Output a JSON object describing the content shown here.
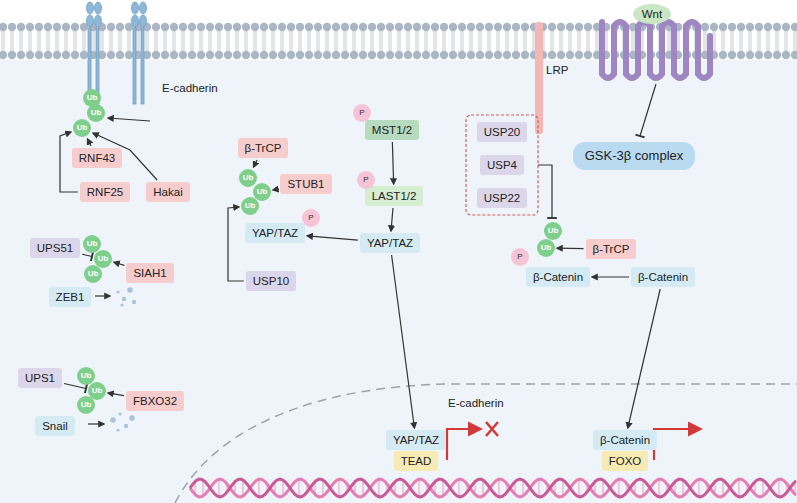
{
  "diagram": {
    "nodes": [
      {
        "text": [
          "Ub"
        ]
      },
      {
        "text": [
          "Ub"
        ]
      },
      {
        "text": [
          "Ub"
        ]
      },
      {
        "text": [
          "RNF43"
        ]
      },
      {
        "text": [
          "RNF25"
        ]
      },
      {
        "text": [
          "Hakai"
        ]
      },
      {
        "text": [
          "UPS51"
        ]
      },
      {
        "text": [
          "Ub"
        ]
      },
      {
        "text": [
          "Ub"
        ]
      },
      {
        "text": [
          "Ub"
        ]
      },
      {
        "text": [
          "SIAH1"
        ]
      },
      {
        "text": [
          "ZEB1"
        ]
      },
      {
        "text": [
          "UPS1"
        ]
      },
      {
        "text": [
          "Ub"
        ]
      },
      {
        "text": [
          "Ub"
        ]
      },
      {
        "text": [
          "Ub"
        ]
      },
      {
        "text": [
          "FBXO32"
        ]
      },
      {
        "text": [
          "Snail"
        ]
      },
      {
        "text": [
          "β-TrCP"
        ]
      },
      {
        "text": [
          "STUB1"
        ]
      },
      {
        "text": [
          "Ub"
        ]
      },
      {
        "text": [
          "Ub"
        ]
      },
      {
        "text": [
          "Ub"
        ]
      },
      {
        "text": [
          "P"
        ]
      },
      {
        "text": [
          "YAP/TAZ"
        ]
      },
      {
        "text": [
          "USP10"
        ]
      },
      {
        "text": [
          "P"
        ]
      },
      {
        "text": [
          "MST1/2"
        ]
      },
      {
        "text": [
          "P"
        ]
      },
      {
        "text": [
          "LAST1/2"
        ]
      },
      {
        "text": [
          "YAP/TAZ"
        ]
      },
      {
        "text": [
          "YAP/TAZ"
        ]
      },
      {
        "text": [
          "TEAD"
        ]
      },
      {
        "text": [
          "Wnt"
        ]
      },
      {
        "text": [
          "GSK-3β complex"
        ]
      },
      {
        "text": [
          "USP20"
        ]
      },
      {
        "text": [
          "USP4"
        ]
      },
      {
        "text": [
          "USP22"
        ]
      },
      {
        "text": [
          "Ub"
        ]
      },
      {
        "text": [
          "Ub"
        ]
      },
      {
        "text": [
          "P"
        ]
      },
      {
        "text": [
          "β-TrCP"
        ]
      },
      {
        "text": [
          "β-Catenin"
        ]
      },
      {
        "text": [
          "β-Catenin"
        ]
      },
      {
        "text": [
          "β-Catenin"
        ]
      },
      {
        "text": [
          "FOXO"
        ]
      }
    ],
    "edges": [
      {
        "from": 3,
        "to": 2,
        "arrow": "to"
      },
      {
        "from": 4,
        "to": 2,
        "arrow": "to"
      },
      {
        "from": 5,
        "to": 2,
        "arrow": "to"
      },
      {
        "from": 6,
        "to": 8,
        "arrow": "to"
      },
      {
        "from": 10,
        "to": 8,
        "arrow": "to"
      },
      {
        "from": 12,
        "to": 14,
        "arrow": "to"
      },
      {
        "from": 16,
        "to": 14,
        "arrow": "to"
      },
      {
        "from": 18,
        "to": 20,
        "arrow": "to"
      },
      {
        "from": 19,
        "to": 21,
        "arrow": "to"
      },
      {
        "from": 25,
        "to": 22,
        "arrow": "to"
      },
      {
        "from": 27,
        "to": 29,
        "arrow": "to"
      },
      {
        "from": 29,
        "to": 30,
        "arrow": "to"
      },
      {
        "from": 30,
        "to": 24,
        "arrow": "to"
      },
      {
        "from": 30,
        "to": 31,
        "arrow": "to"
      },
      {
        "from": 41,
        "to": 39,
        "arrow": "to"
      },
      {
        "from": 43,
        "to": 42,
        "arrow": "to"
      },
      {
        "from": 43,
        "to": 44,
        "arrow": "to"
      }
    ],
    "labels": [
      "E-cadherin",
      "LRP",
      "E-cadherin"
    ]
  }
}
